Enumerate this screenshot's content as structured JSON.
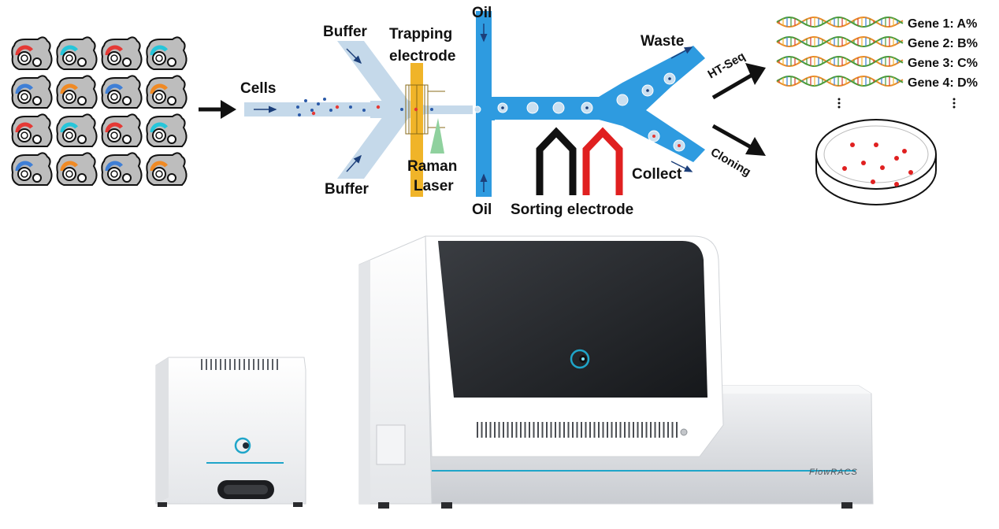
{
  "labels": {
    "cells": "Cells",
    "buffer_top": "Buffer",
    "buffer_bottom": "Buffer",
    "trapping": "Trapping",
    "electrode": "electrode",
    "oil_top": "Oil",
    "oil_bottom": "Oil",
    "raman": "Raman",
    "laser": "Laser",
    "sorting_electrode": "Sorting electrode",
    "waste": "Waste",
    "collect": "Collect",
    "ht_seq": "HT-Seq",
    "cloning": "Cloning",
    "genes": [
      "Gene 1: A%",
      "Gene 2: B%",
      "Gene 3: C%",
      "Gene 4: D%"
    ],
    "device_brand": "FlowRACS"
  },
  "colors": {
    "channel_light": "#c5d9ea",
    "channel_blue": "#2e9be0",
    "trap": "#f0b429",
    "laser": "#8fd19e",
    "electrode_black": "#111111",
    "electrode_red": "#e02020",
    "cell_red": "#e53935",
    "cell_cyan": "#26c6da",
    "cell_blue": "#3f7fd6",
    "cell_orange": "#f08a24",
    "device_accent": "#1fa5c9"
  },
  "icons": {
    "cell_grid": "yeast-cell-icon",
    "dna": "dna-helix-icon",
    "dish": "petri-dish-icon",
    "logo": "device-logo-icon"
  }
}
